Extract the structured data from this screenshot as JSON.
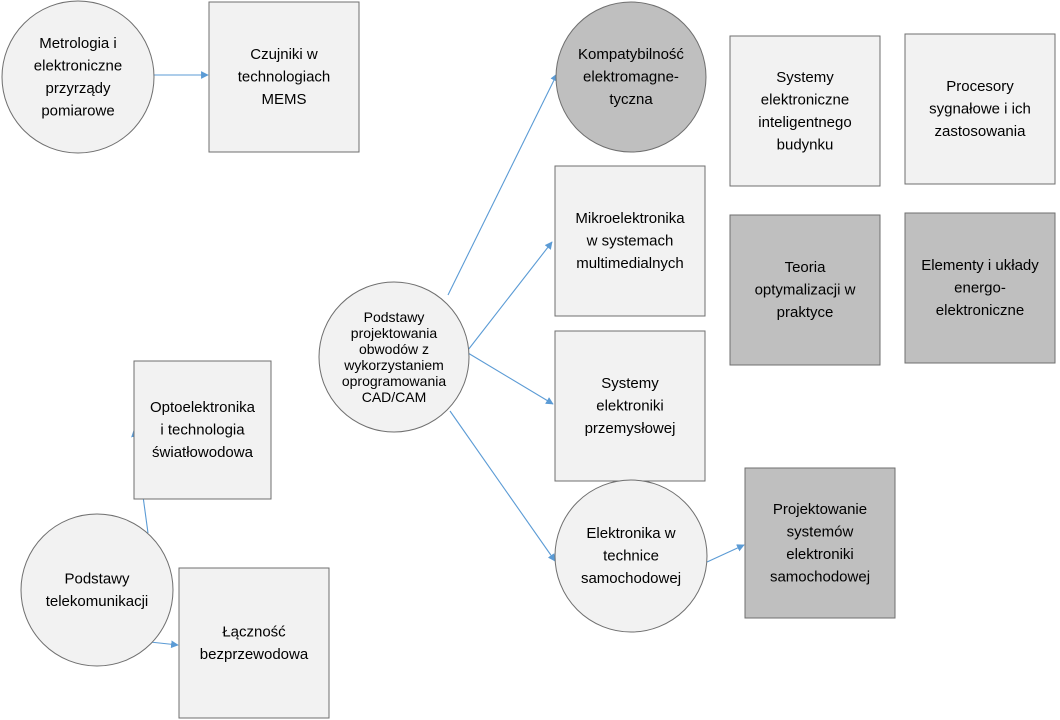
{
  "colors": {
    "light": "#f2f2f2",
    "dark": "#bfbfbf",
    "edge": "#5b9bd5",
    "stroke": "#6f6f6f"
  },
  "nodes": [
    {
      "id": "metrologia",
      "shape": "circle",
      "fill": "light",
      "label": [
        "Metrologia i",
        "elektroniczne",
        "przyrządy",
        "pomiarowe"
      ]
    },
    {
      "id": "czujniki",
      "shape": "rect",
      "fill": "light",
      "label": [
        "Czujniki w",
        "technologiach",
        "MEMS"
      ]
    },
    {
      "id": "podstawy-projektowania",
      "shape": "circle",
      "fill": "light",
      "label": [
        "Podstawy",
        "projektowania",
        "obwodów z",
        "wykorzystaniem",
        "oprogramowania",
        "CAD/CAM"
      ]
    },
    {
      "id": "kompatybilnosc",
      "shape": "circle",
      "fill": "dark",
      "label": [
        "Kompatybilność",
        "elektromagne-",
        "tyczna"
      ]
    },
    {
      "id": "mikroelektronika",
      "shape": "rect",
      "fill": "light",
      "label": [
        "Mikroelektronika",
        "w systemach",
        "multimedialnych"
      ]
    },
    {
      "id": "systemy-przemyslowej",
      "shape": "rect",
      "fill": "light",
      "label": [
        "Systemy",
        "elektroniki",
        "przemysłowej"
      ]
    },
    {
      "id": "elektronika-samochodowej",
      "shape": "circle",
      "fill": "light",
      "label": [
        "Elektronika w",
        "technice",
        "samochodowej"
      ]
    },
    {
      "id": "projektowanie-samochodowej",
      "shape": "rect",
      "fill": "dark",
      "label": [
        "Projektowanie",
        "systemów",
        "elektroniki",
        "samochodowej"
      ]
    },
    {
      "id": "systemy-budynku",
      "shape": "rect",
      "fill": "light",
      "label": [
        "Systemy",
        "elektroniczne",
        "inteligentnego",
        "budynku"
      ]
    },
    {
      "id": "procesory",
      "shape": "rect",
      "fill": "light",
      "label": [
        "Procesory",
        "sygnałowe i ich",
        "zastosowania"
      ]
    },
    {
      "id": "teoria",
      "shape": "rect",
      "fill": "dark",
      "label": [
        "Teoria",
        "optymalizacji w",
        "praktyce"
      ]
    },
    {
      "id": "elementy",
      "shape": "rect",
      "fill": "dark",
      "label": [
        "Elementy i układy",
        "energo-",
        "elektroniczne"
      ]
    },
    {
      "id": "optoelektronika",
      "shape": "rect",
      "fill": "light",
      "label": [
        "Optoelektronika",
        "i technologia",
        "światłowodowa"
      ]
    },
    {
      "id": "telekomunikacja",
      "shape": "circle",
      "fill": "light",
      "label": [
        "Podstawy",
        "telekomunikacji"
      ]
    },
    {
      "id": "lacznosc",
      "shape": "rect",
      "fill": "light",
      "label": [
        "Łączność",
        "bezprzewodowa"
      ]
    }
  ],
  "edges": [
    {
      "from": "metrologia",
      "to": "czujniki"
    },
    {
      "from": "podstawy-projektowania",
      "to": "kompatybilnosc"
    },
    {
      "from": "podstawy-projektowania",
      "to": "mikroelektronika"
    },
    {
      "from": "podstawy-projektowania",
      "to": "systemy-przemyslowej"
    },
    {
      "from": "podstawy-projektowania",
      "to": "elektronika-samochodowej"
    },
    {
      "from": "elektronika-samochodowej",
      "to": "projektowanie-samochodowej"
    },
    {
      "from": "telekomunikacja",
      "to": "optoelektronika"
    },
    {
      "from": "telekomunikacja",
      "to": "lacznosc"
    }
  ]
}
